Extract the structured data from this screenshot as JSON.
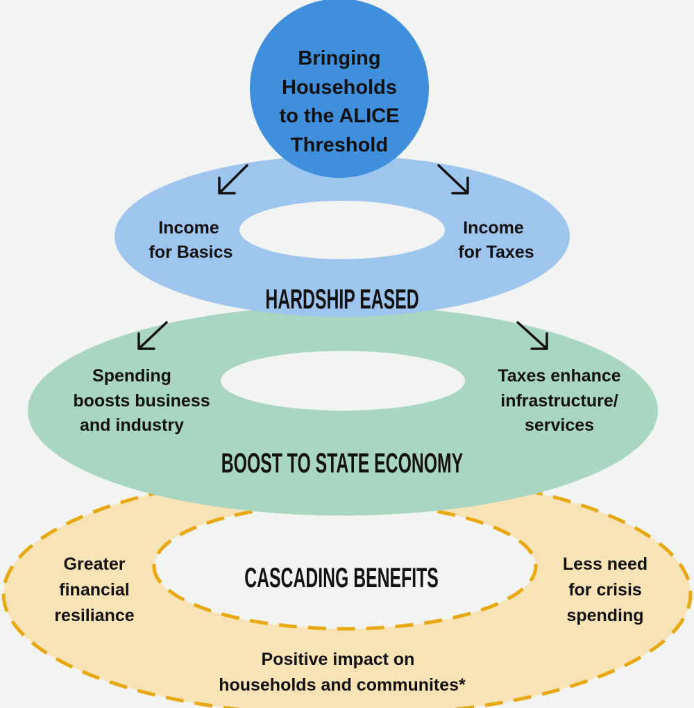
{
  "colors": {
    "background": "#f2f3f3",
    "circle": "#3f8fdc",
    "hardship_ring": "#9dc5ee",
    "economy_ring": "#a9d6c1",
    "benefits_ring": "#f8e3b6",
    "benefits_dash": "#e8a812"
  },
  "top_circle": {
    "lines": [
      "Bringing",
      "Households",
      "to the ALICE",
      "Threshold"
    ]
  },
  "hardship": {
    "title": "HARDSHIP EASED",
    "left": [
      "Income",
      "for Basics"
    ],
    "right": [
      "Income",
      "for Taxes"
    ]
  },
  "economy": {
    "title": "BOOST TO STATE ECONOMY",
    "left": [
      "Spending",
      "boosts business",
      "and industry"
    ],
    "right": [
      "Taxes enhance",
      "infrastructure/",
      "services"
    ]
  },
  "benefits": {
    "title": "CASCADING BENEFITS",
    "left": [
      "Greater",
      "financial",
      "resiliance"
    ],
    "right": [
      "Less need",
      "for crisis",
      "spending"
    ],
    "bottom": [
      "Positive impact on",
      "households and communites*"
    ]
  },
  "icons": [
    "arrow-down-left-icon",
    "arrow-down-right-icon"
  ]
}
